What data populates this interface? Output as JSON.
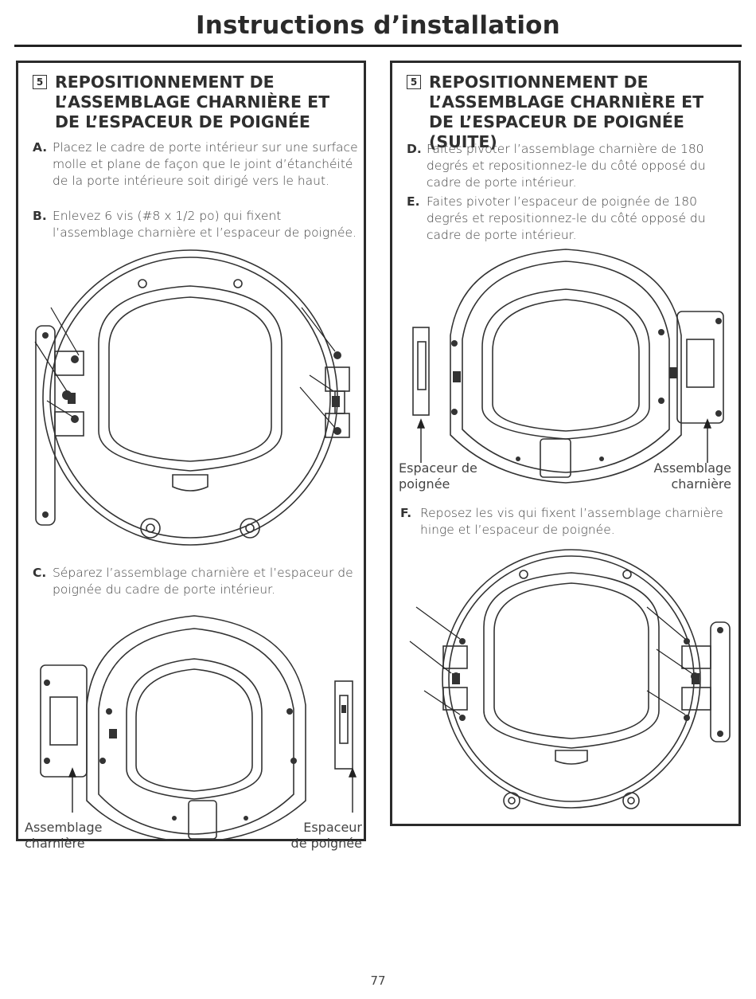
{
  "page": {
    "title": "Instructions d’installation",
    "number": "77"
  },
  "left": {
    "step_number": "5",
    "step_title": "REPOSITIONNEMENT DE L’ASSEMBLAGE CHARNIÈRE ET DE L’ESPACEUR DE POIGNÉE",
    "instructions": [
      {
        "letter": "A.",
        "text": "Placez le cadre de porte intérieur sur une surface molle et plane de façon que le joint d’étanchéité de la porte intérieure soit dirigé vers le haut."
      },
      {
        "letter": "B.",
        "text": "Enlevez 6 vis (#8 x 1/2 po) qui fixent l’assemblage charnière et l’espaceur de poignée."
      },
      {
        "letter": "C.",
        "text": "Séparez l’assemblage charnière et l’espaceur de poignée du cadre de porte intérieur."
      }
    ],
    "figure2_labels": {
      "left": "Assemblage charnière",
      "right": "Espaceur de poignée"
    }
  },
  "right": {
    "step_number": "5",
    "step_title": "REPOSITIONNEMENT DE L’ASSEMBLAGE CHARNIÈRE ET DE L’ESPACEUR DE POIGNÉE (SUITE)",
    "instructions": [
      {
        "letter": "D.",
        "text": "Faites pivoter l’assemblage charnière de 180 degrés et repositionnez-le du côté opposé du cadre de porte intérieur."
      },
      {
        "letter": "E.",
        "text": "Faites pivoter l’espaceur de poignée de 180 degrés et repositionnez-le du côté opposé du cadre de porte intérieur."
      },
      {
        "letter": "F.",
        "text": "Reposez les vis qui fixent l’assemblage charnière hinge et l’espaceur de poignée."
      }
    ],
    "figure1_labels": {
      "left": "Espaceur de poignée",
      "right": "Assemblage charnière"
    }
  }
}
